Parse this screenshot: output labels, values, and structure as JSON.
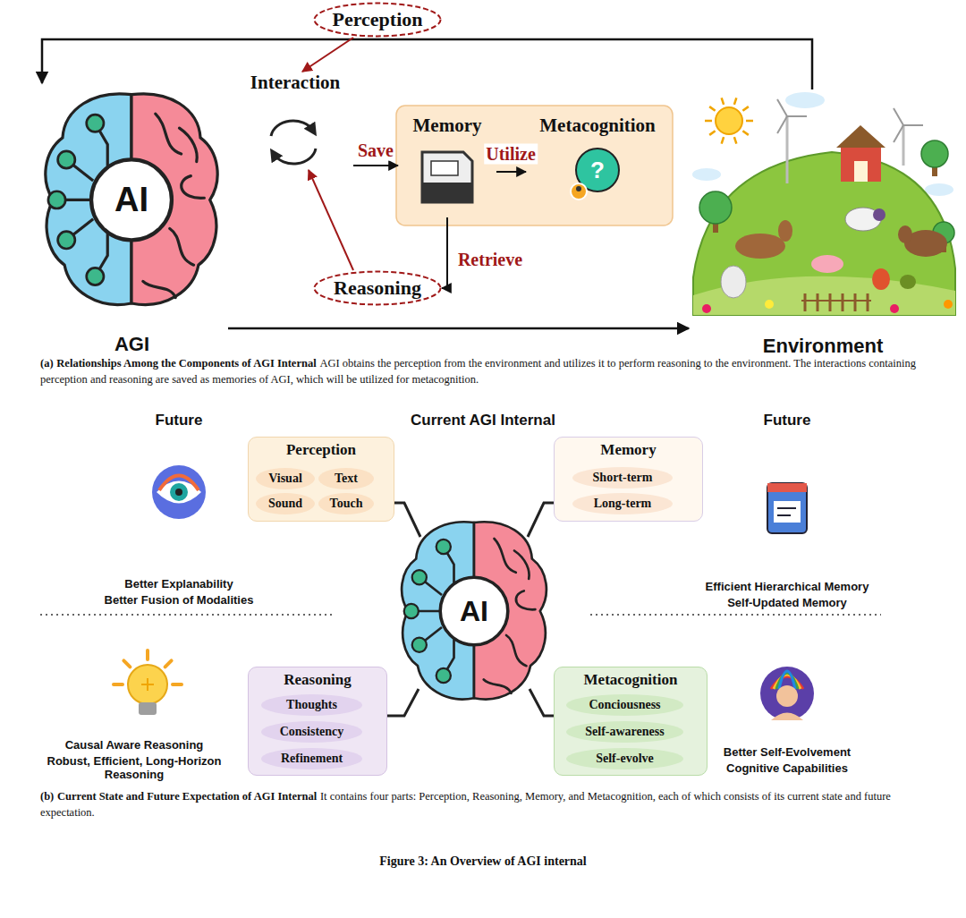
{
  "diagram": {
    "caption": "Figure 3: An Overview of AGI internal",
    "nodes": [
      {
        "text": [
          "Perception"
        ]
      },
      {
        "text": [
          "AGI"
        ]
      },
      {
        "text": [
          "Interaction"
        ]
      },
      {
        "text": [
          "Memory"
        ]
      },
      {
        "text": [
          "Metacognition"
        ]
      },
      {
        "text": [
          "Reasoning"
        ]
      },
      {
        "text": [
          "Environment"
        ]
      },
      {
        "text": [
          "Perception"
        ]
      },
      {
        "text": [
          "Visual"
        ],
        "in": 7
      },
      {
        "text": [
          "Text"
        ],
        "in": 7
      },
      {
        "text": [
          "Sound"
        ],
        "in": 7
      },
      {
        "text": [
          "Touch"
        ],
        "in": 7
      },
      {
        "text": [
          "Memory"
        ]
      },
      {
        "text": [
          "Short-term"
        ],
        "in": 12
      },
      {
        "text": [
          "Long-term"
        ],
        "in": 12
      },
      {
        "text": [
          "Reasoning"
        ]
      },
      {
        "text": [
          "Thoughts"
        ],
        "in": 15
      },
      {
        "text": [
          "Consistency"
        ],
        "in": 15
      },
      {
        "text": [
          "Refinement"
        ],
        "in": 15
      },
      {
        "text": [
          "Metacognition"
        ]
      },
      {
        "text": [
          "Conciousness"
        ],
        "in": 19
      },
      {
        "text": [
          "Self-awareness"
        ],
        "in": 19
      },
      {
        "text": [
          "Self-evolve"
        ],
        "in": 19
      }
    ],
    "edges": [
      {
        "from": 6,
        "to": 1,
        "arrow": "to"
      },
      {
        "from": 0,
        "to": 2,
        "arrow": "to"
      },
      {
        "from": 2,
        "to": 3,
        "label": "Save",
        "arrow": "to"
      },
      {
        "from": 3,
        "to": 4,
        "label": "Utilize",
        "arrow": "to"
      },
      {
        "from": 3,
        "to": 5,
        "label": "Retrieve",
        "arrow": "to"
      },
      {
        "from": 5,
        "to": 2,
        "arrow": "to"
      },
      {
        "from": 1,
        "to": 6,
        "arrow": "to"
      }
    ],
    "labels": [
      "AI",
      "(a)",
      "Relationships Among the Components of AGI Internal",
      "AGI obtains the perception from the environment and utilizes it to perform reasoning to the environment. The interactions containing perception and reasoning are saved as memories of AGI, which will be utilized for metacognition.",
      "Future",
      "Current AGI Internal",
      "Future",
      "Better Explanability",
      "Better Fusion of Modalities",
      "AI",
      "Efficient Hierarchical Memory",
      "Self-Updated Memory",
      "Causal Aware Reasoning",
      "Robust, Efficient, Long-Horizon Reasoning",
      "Better Self-Evolvement",
      "Cognitive Capabilities",
      "(b)",
      "Current State and Future Expectation of AGI Internal",
      "It contains four parts: Perception, Reasoning, Memory, and Metacognition, each of which consists of its current state and future expectation.",
      "?"
    ]
  }
}
